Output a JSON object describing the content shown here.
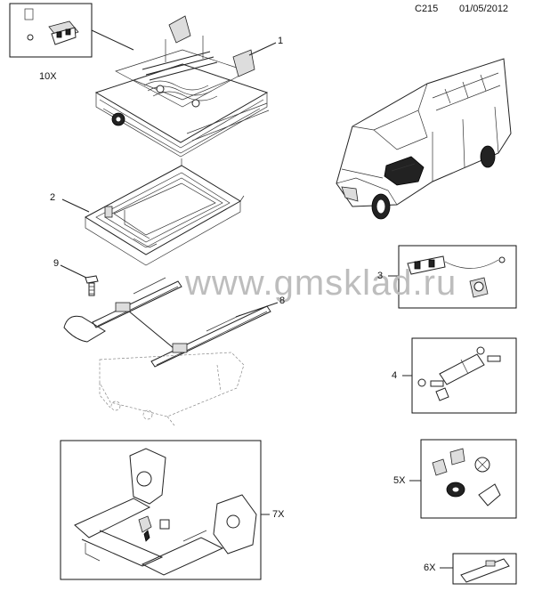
{
  "header": {
    "code": "C215",
    "date": "01/05/2012"
  },
  "watermark": "www.gmsklad.ru",
  "callouts": [
    {
      "id": "1",
      "text": "1"
    },
    {
      "id": "2",
      "text": "2"
    },
    {
      "id": "3",
      "text": "3"
    },
    {
      "id": "4",
      "text": "4"
    },
    {
      "id": "5x",
      "text": "5X"
    },
    {
      "id": "6x",
      "text": "6X"
    },
    {
      "id": "7x",
      "text": "7X"
    },
    {
      "id": "8",
      "text": "8"
    },
    {
      "id": "9",
      "text": "9"
    },
    {
      "id": "10x",
      "text": "10X"
    }
  ]
}
